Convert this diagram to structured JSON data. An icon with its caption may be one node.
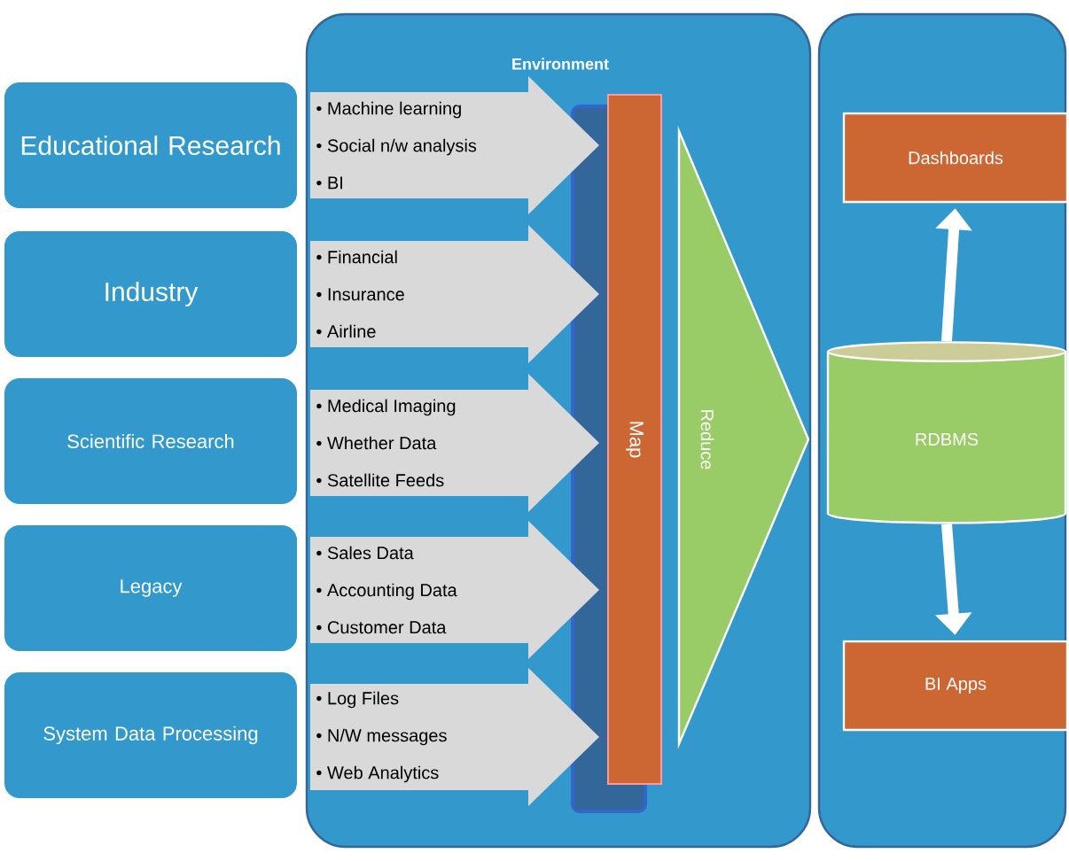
{
  "diagram": {
    "nodes": [
      {
        "text": [
          "Environment"
        ]
      },
      {
        "text": [],
        "shape": "box"
      },
      {
        "text": [
          "Educational Research"
        ]
      },
      {
        "text": [
          "Industry"
        ]
      },
      {
        "text": [
          "Scientific Research"
        ]
      },
      {
        "text": [
          "Legacy"
        ]
      },
      {
        "text": [
          "System Data Processing"
        ]
      },
      {
        "text": [
          "• Machine learning",
          "• Social n/w analysis",
          "• BI"
        ],
        "in": 0
      },
      {
        "text": [
          "• Financial",
          "• Insurance",
          "• Airline"
        ],
        "in": 0
      },
      {
        "text": [
          "• Medical Imaging",
          "• Whether Data",
          "• Satellite Feeds"
        ],
        "in": 0
      },
      {
        "text": [
          "• Sales Data",
          "• Accounting Data",
          "• Customer Data"
        ],
        "in": 0
      },
      {
        "text": [
          "• Log Files",
          "• N/W messages",
          "• Web Analytics"
        ],
        "in": 0
      },
      {
        "text": [
          "Map"
        ],
        "in": 0
      },
      {
        "text": [
          "Reduce"
        ],
        "in": 0
      },
      {
        "text": [
          "RDBMS"
        ],
        "in": 1
      },
      {
        "text": [
          "Dashboards"
        ],
        "in": 1
      },
      {
        "text": [
          "BI Apps"
        ],
        "in": 1
      }
    ],
    "edges": [
      {
        "from": 14,
        "to": 15,
        "arrow": "to"
      },
      {
        "from": 14,
        "to": 16,
        "arrow": "to"
      }
    ]
  }
}
